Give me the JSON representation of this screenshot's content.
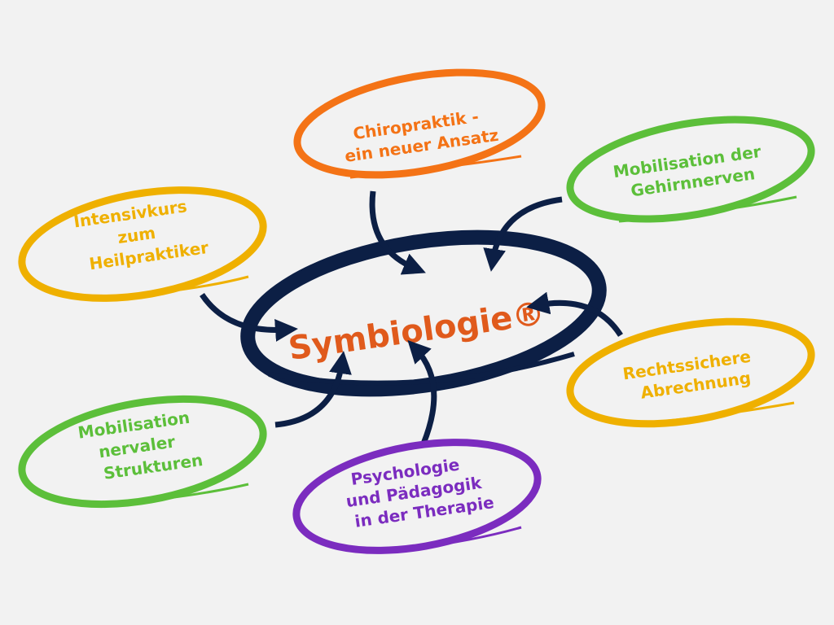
{
  "colors": {
    "orange": "#f47316",
    "green": "#5cbf3a",
    "yellow": "#efb000",
    "purple": "#7b2cbf",
    "navy": "#0c1f45",
    "center_text": "#e05a1c",
    "background": "#f2f2f2"
  },
  "center": {
    "label": "Symbiologie®"
  },
  "nodes": [
    {
      "id": "chiropraktik",
      "lines": [
        "Chiropraktik -",
        "ein neuer Ansatz"
      ]
    },
    {
      "id": "gehirnnerven",
      "lines": [
        "Mobilisation der",
        "Gehirnnerven"
      ]
    },
    {
      "id": "intensivkurs",
      "lines": [
        "Intensivkurs",
        "zum",
        "Heilpraktiker"
      ]
    },
    {
      "id": "abrechnung",
      "lines": [
        "Rechtssichere",
        "Abrechnung"
      ]
    },
    {
      "id": "nervale",
      "lines": [
        "Mobilisation",
        "nervaler",
        "Strukturen"
      ]
    },
    {
      "id": "psychologie",
      "lines": [
        "Psychologie",
        "und Pädagogik",
        "in der Therapie"
      ]
    }
  ]
}
